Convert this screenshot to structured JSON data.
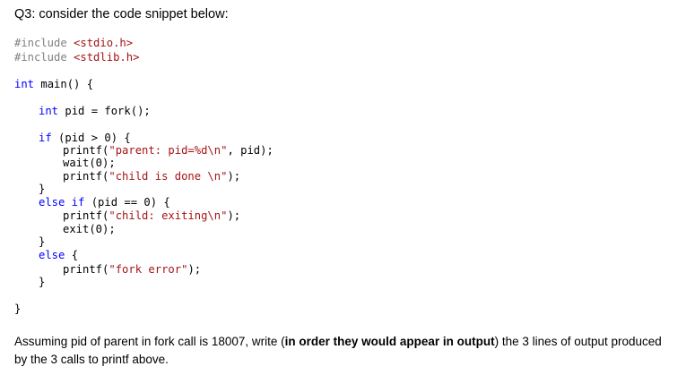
{
  "question": {
    "title": "Q3: consider the code snippet below:",
    "code": {
      "include1_directive": "#include",
      "include1_header": "<stdio.h>",
      "include2_directive": "#include",
      "include2_header": "<stdlib.h>",
      "main_kw": "int",
      "main_rest": " main() {",
      "pid_kw": "int",
      "pid_rest": " pid = fork();",
      "if_kw": "if",
      "if_rest": " (pid > 0) {",
      "printf1_pre": "printf(",
      "printf1_str": "\"parent: pid=%d\\n\"",
      "printf1_post": ", pid);",
      "wait_line": "wait(0);",
      "printf2_pre": "printf(",
      "printf2_str": "\"child is done \\n\"",
      "printf2_post": ");",
      "close1": "}",
      "elseif_kw": "else if",
      "elseif_rest": " (pid == 0) {",
      "printf3_pre": "printf(",
      "printf3_str": "\"child: exiting\\n\"",
      "printf3_post": ");",
      "exit_line": "exit(0);",
      "close2": "}",
      "else_kw": "else",
      "else_rest": " {",
      "printf4_pre": "printf(",
      "printf4_str": "\"fork error\"",
      "printf4_post": ");",
      "close3": "}",
      "close_main": "}"
    },
    "prompt": {
      "part1": "Assuming pid of parent in fork call is 18007, write (",
      "bold": "in order they would appear in output",
      "part2": ") the 3 lines of output produced by the 3 calls to printf above."
    }
  },
  "colors": {
    "preprocessor": "#808080",
    "string": "#a31515",
    "keyword": "#0000ff"
  }
}
